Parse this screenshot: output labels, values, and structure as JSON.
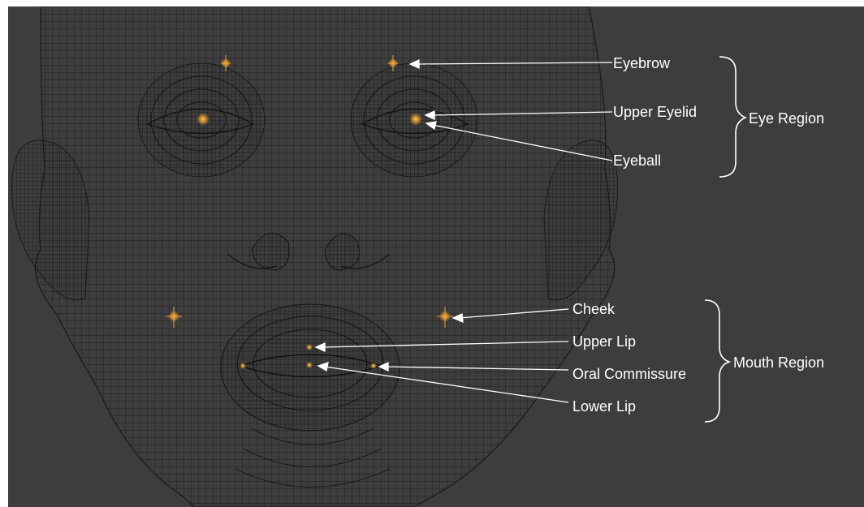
{
  "diagram": {
    "eye_region": {
      "group_label": "Eye Region",
      "parts": [
        {
          "key": "eyebrow",
          "label": "Eyebrow"
        },
        {
          "key": "upper-eyelid",
          "label": "Upper Eyelid"
        },
        {
          "key": "eyeball",
          "label": "Eyeball"
        }
      ]
    },
    "mouth_region": {
      "group_label": "Mouth Region",
      "parts": [
        {
          "key": "cheek",
          "label": "Cheek"
        },
        {
          "key": "upper-lip",
          "label": "Upper Lip"
        },
        {
          "key": "oral-commissure",
          "label": "Oral Commissure"
        },
        {
          "key": "lower-lip",
          "label": "Lower Lip"
        }
      ]
    }
  },
  "colors": {
    "background": "#3d3d3d",
    "wire": "#1a1a1a",
    "marker": "#f0a030",
    "annotation": "#ffffff"
  }
}
